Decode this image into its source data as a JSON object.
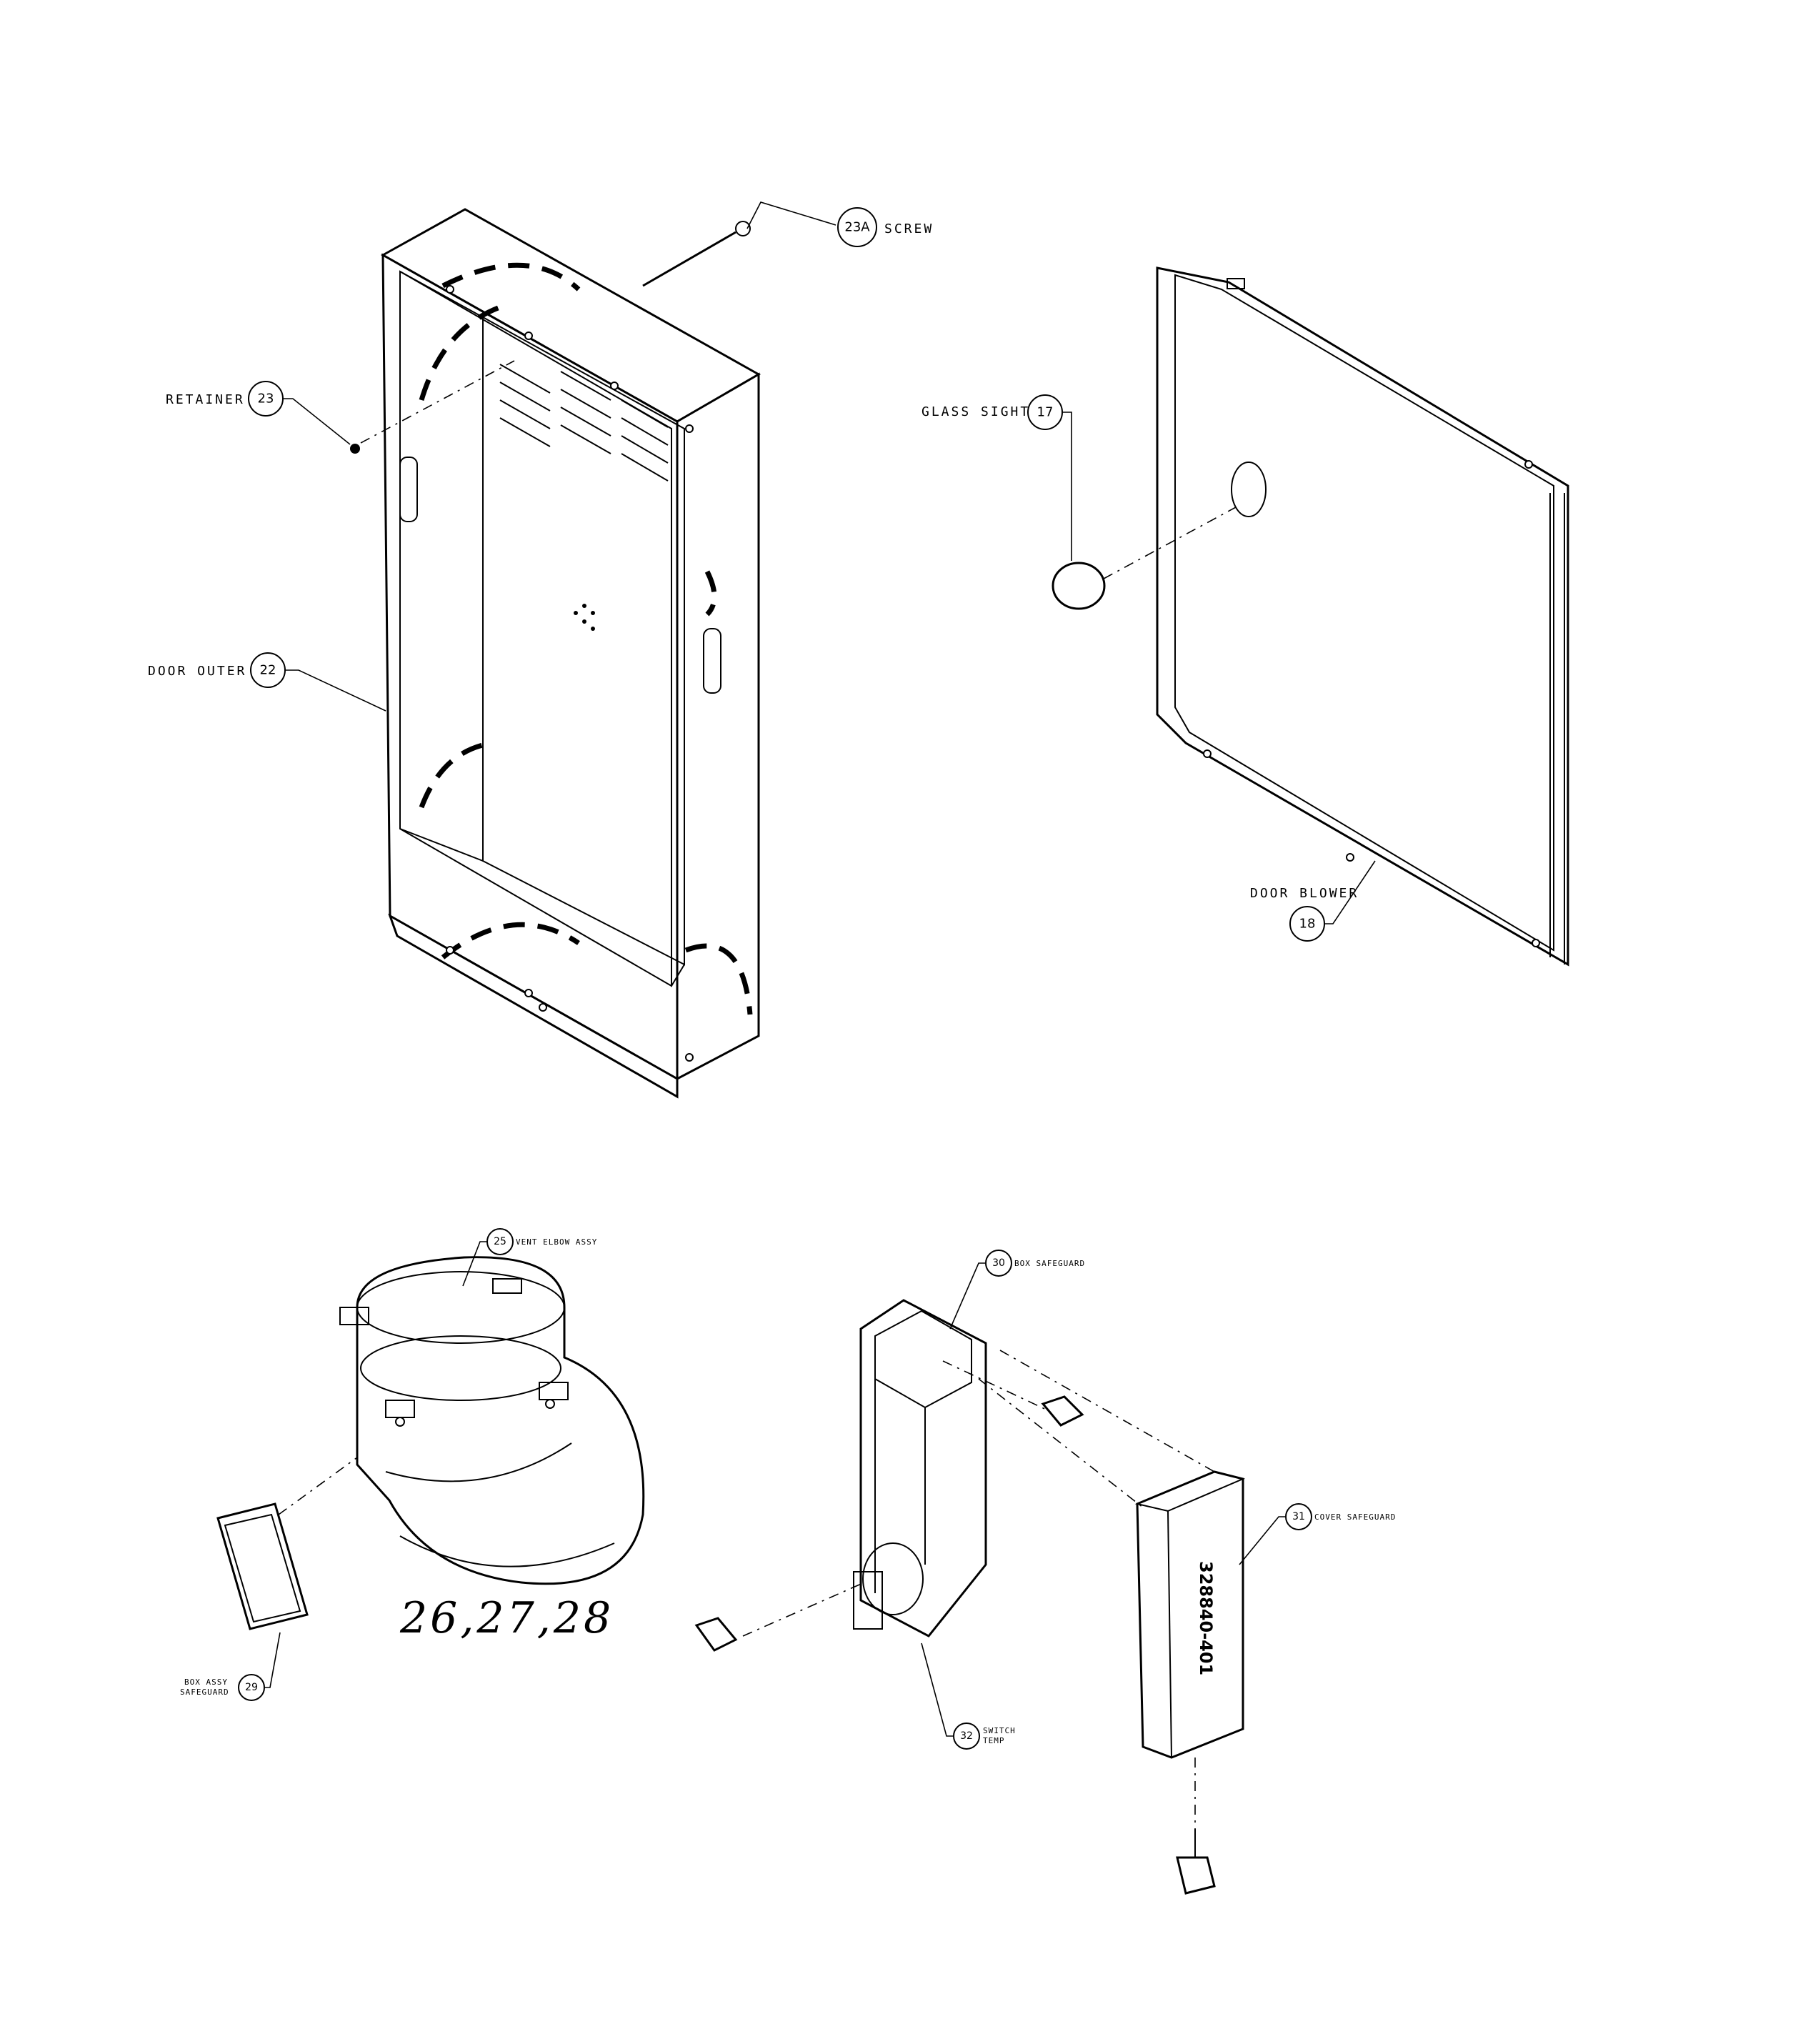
{
  "callouts": {
    "screw_23a": {
      "number": "23A",
      "label": "SCREW"
    },
    "retainer_23": {
      "number": "23",
      "label": "RETAINER"
    },
    "door_outer_22": {
      "number": "22",
      "label": "DOOR OUTER"
    },
    "glass_sight_17": {
      "number": "17",
      "label": "GLASS SIGHT"
    },
    "door_blower_18": {
      "number": "18",
      "label": "DOOR BLOWER"
    },
    "vent_elbow_25": {
      "number": "25",
      "label": "VENT ELBOW ASSY"
    },
    "box_safeguard_30": {
      "number": "30",
      "label": "BOX SAFEGUARD"
    },
    "cover_safeguard_31": {
      "number": "31",
      "label": "COVER SAFEGUARD"
    },
    "box_assy_29": {
      "number": "29",
      "label_line1": "BOX ASSY",
      "label_line2": "SAFEGUARD"
    },
    "switch_temp_32": {
      "number": "32",
      "label_line1": "SWITCH",
      "label_line2": "TEMP"
    }
  },
  "handwritten_note": "26,27,28",
  "cover_part_stamp": "328840-401"
}
